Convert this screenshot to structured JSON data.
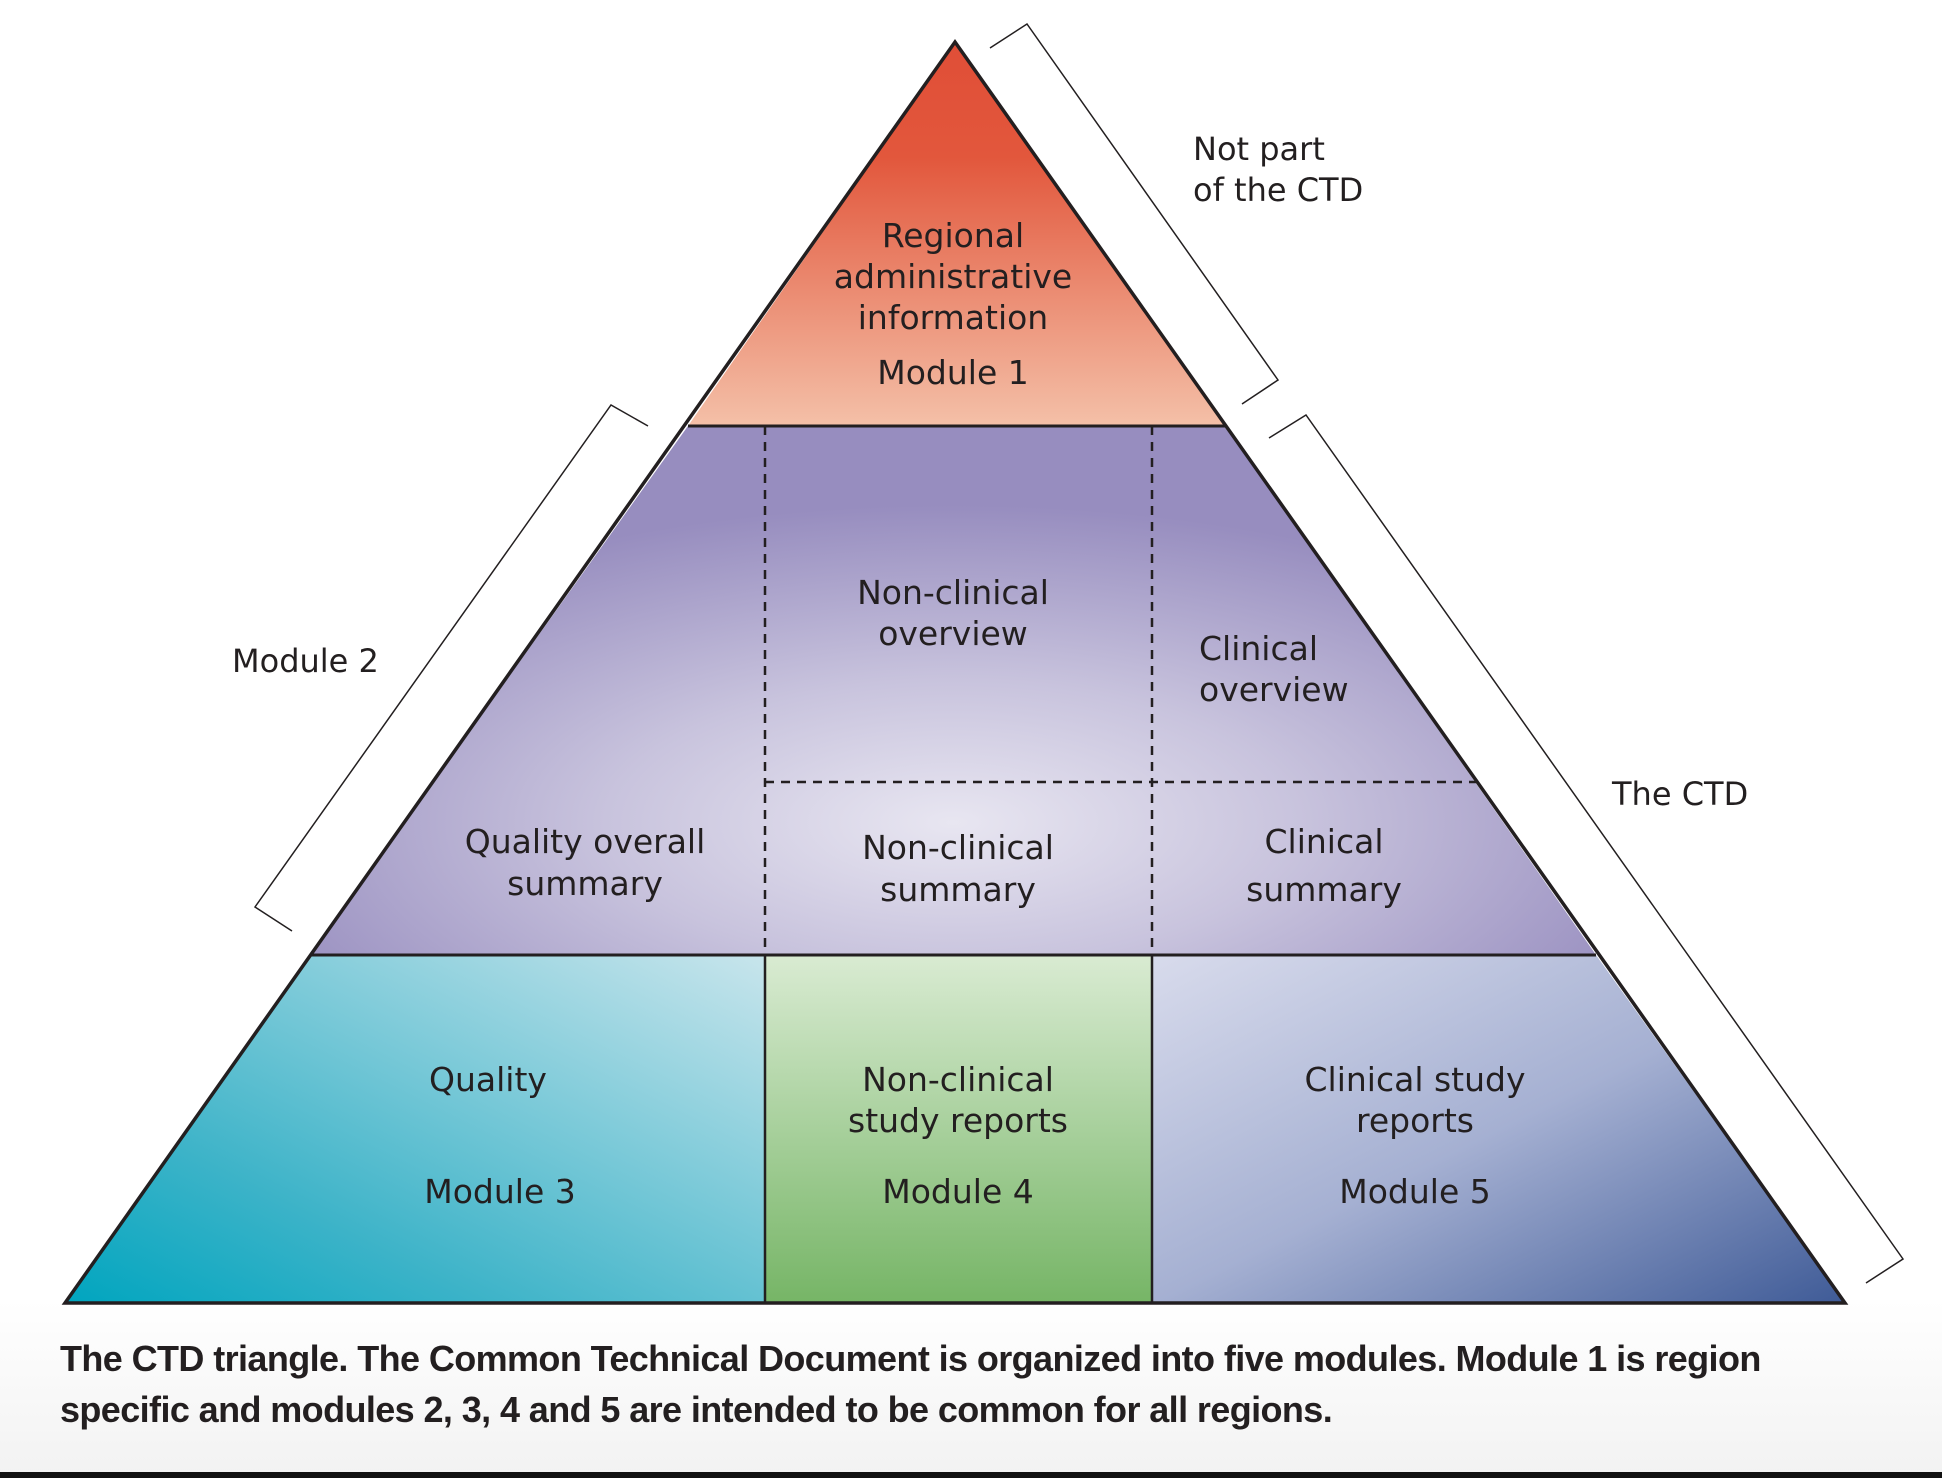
{
  "diagram": {
    "title": "CTD triangle",
    "module1": {
      "lines": [
        "Regional",
        "administrative",
        "information"
      ],
      "module": "Module 1"
    },
    "module2": {
      "quality_summary": [
        "Quality overall",
        "summary"
      ],
      "nonclinical_overview": [
        "Non-clinical",
        "overview"
      ],
      "nonclinical_summary": [
        "Non-clinical",
        "summary"
      ],
      "clinical_overview": [
        "Clinical",
        "overview"
      ],
      "clinical_summary": [
        "Clinical",
        "summary"
      ]
    },
    "module3": {
      "lines": [
        "Quality"
      ],
      "module": "Module 3"
    },
    "module4": {
      "lines": [
        "Non-clinical",
        "study reports"
      ],
      "module": "Module 4"
    },
    "module5": {
      "lines": [
        "Clinical study",
        "reports"
      ],
      "module": "Module 5"
    },
    "brackets": {
      "not_part": [
        "Not part",
        "of the CTD"
      ],
      "module2": "Module 2",
      "the_ctd": "The CTD"
    },
    "colors": {
      "module1_top": "#e04e37",
      "module1_bottom": "#f4c0a8",
      "module2_edge": "#9a91c2",
      "module2_center": "#e6e4f0",
      "module3_dark": "#00a5bf",
      "module3_light": "#c4e2ea",
      "module4_light": "#d9ead2",
      "module4_dark": "#79b76a",
      "module5_light": "#d3d7ea",
      "module5_dark": "#44609a"
    }
  },
  "caption": "The CTD triangle. The Common Technical Document is organized into five modules. Module 1 is region specific and modules 2, 3, 4 and 5 are intended to be common for all regions."
}
